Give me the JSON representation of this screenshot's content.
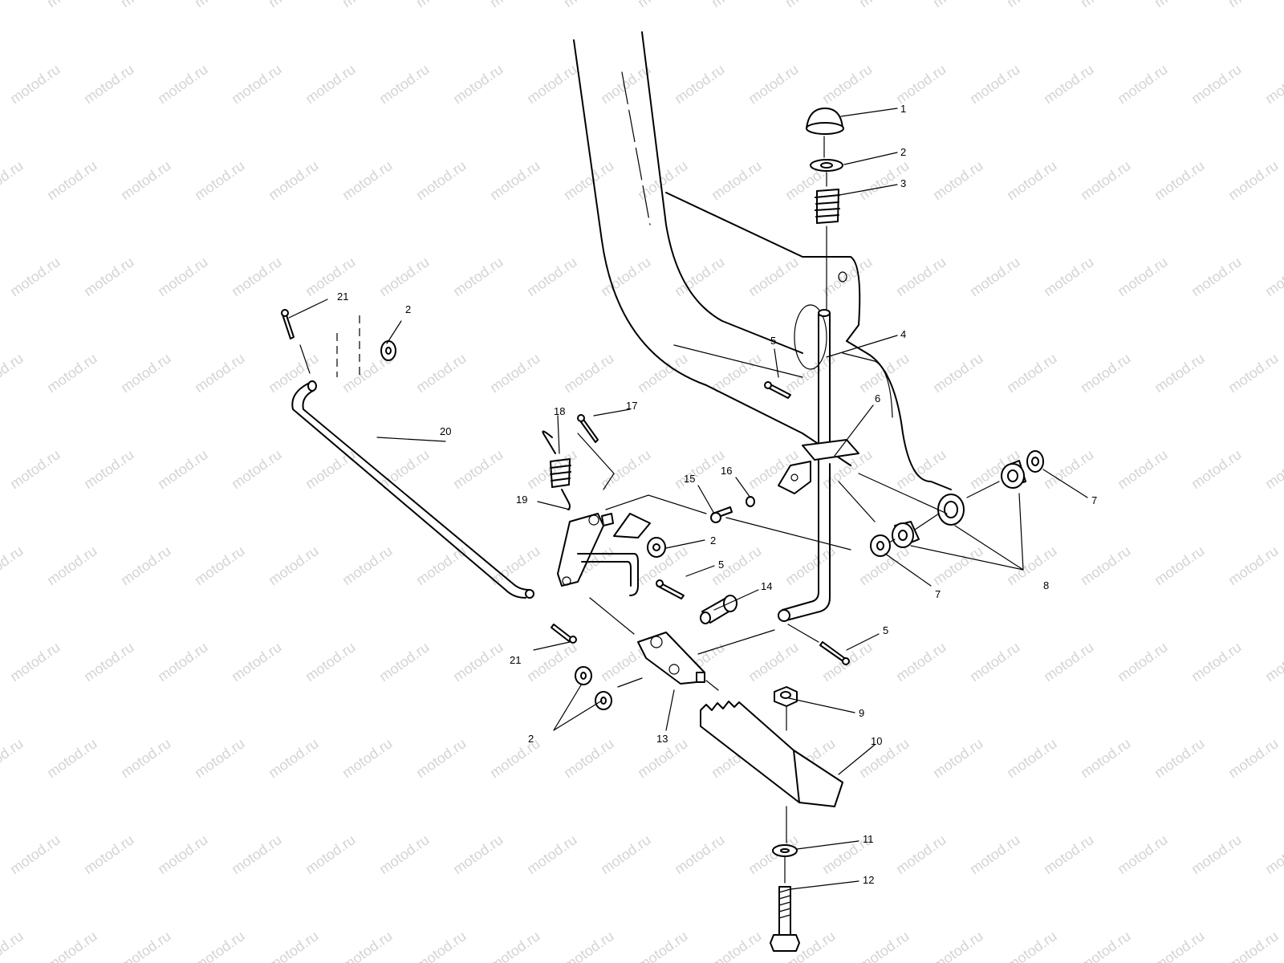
{
  "watermark": {
    "text": "motod.ru",
    "color": "#d4d4d4"
  },
  "line_color": "#000000",
  "callouts": [
    "1",
    "2",
    "3",
    "4",
    "5",
    "6",
    "7",
    "8",
    "9",
    "10",
    "11",
    "12",
    "13",
    "14",
    "15",
    "16",
    "17",
    "18",
    "19",
    "20",
    "21"
  ]
}
